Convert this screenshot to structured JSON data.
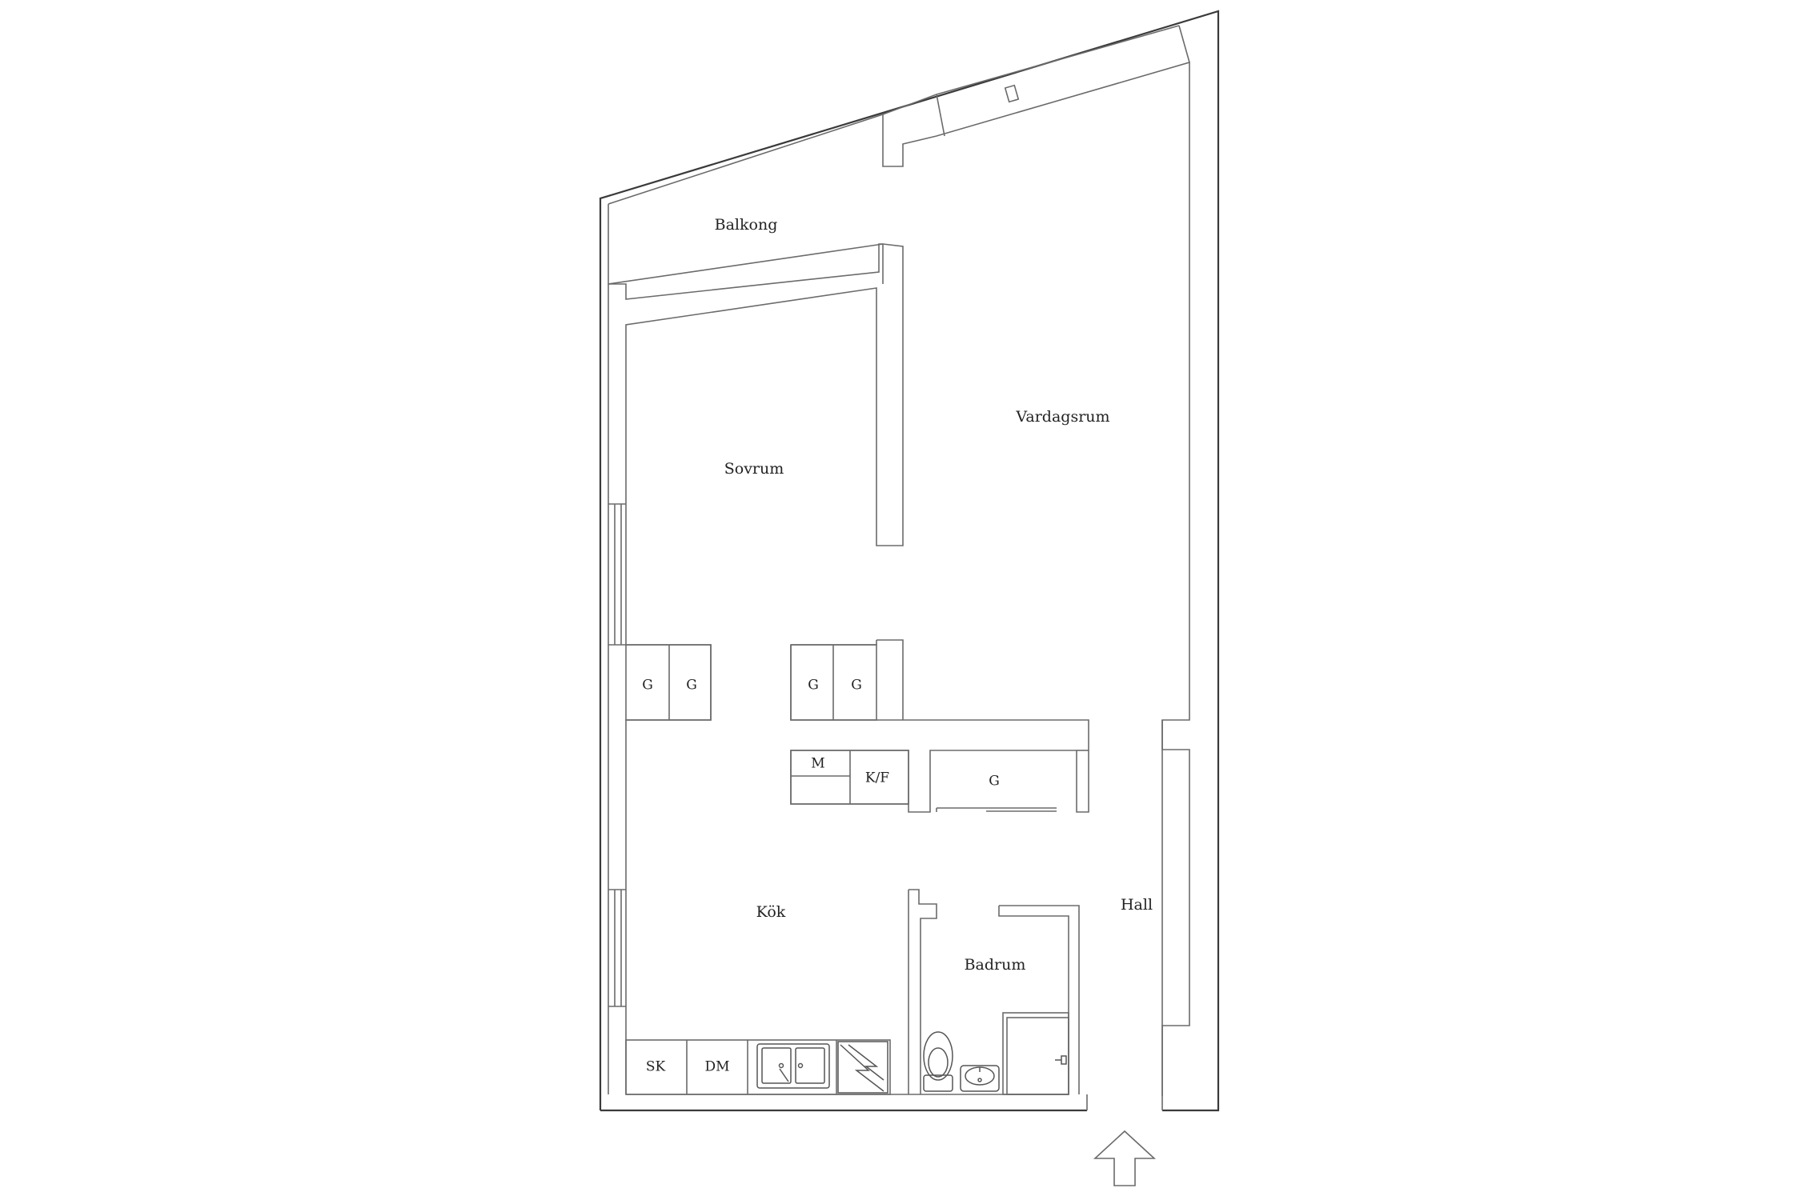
{
  "rooms": {
    "balkong": "Balkong",
    "sovrum": "Sovrum",
    "vardagsrum": "Vardagsrum",
    "kok": "Kök",
    "badrum": "Badrum",
    "hall": "Hall"
  },
  "fixtures": {
    "g": "G",
    "m": "M",
    "kf": "K/F",
    "sk": "SK",
    "dm": "DM"
  },
  "colors": {
    "line": "#555555",
    "background": "#ffffff"
  },
  "icons": [
    "entrance-arrow-icon",
    "sink-icon",
    "stove-icon",
    "toilet-icon",
    "washbasin-icon"
  ]
}
